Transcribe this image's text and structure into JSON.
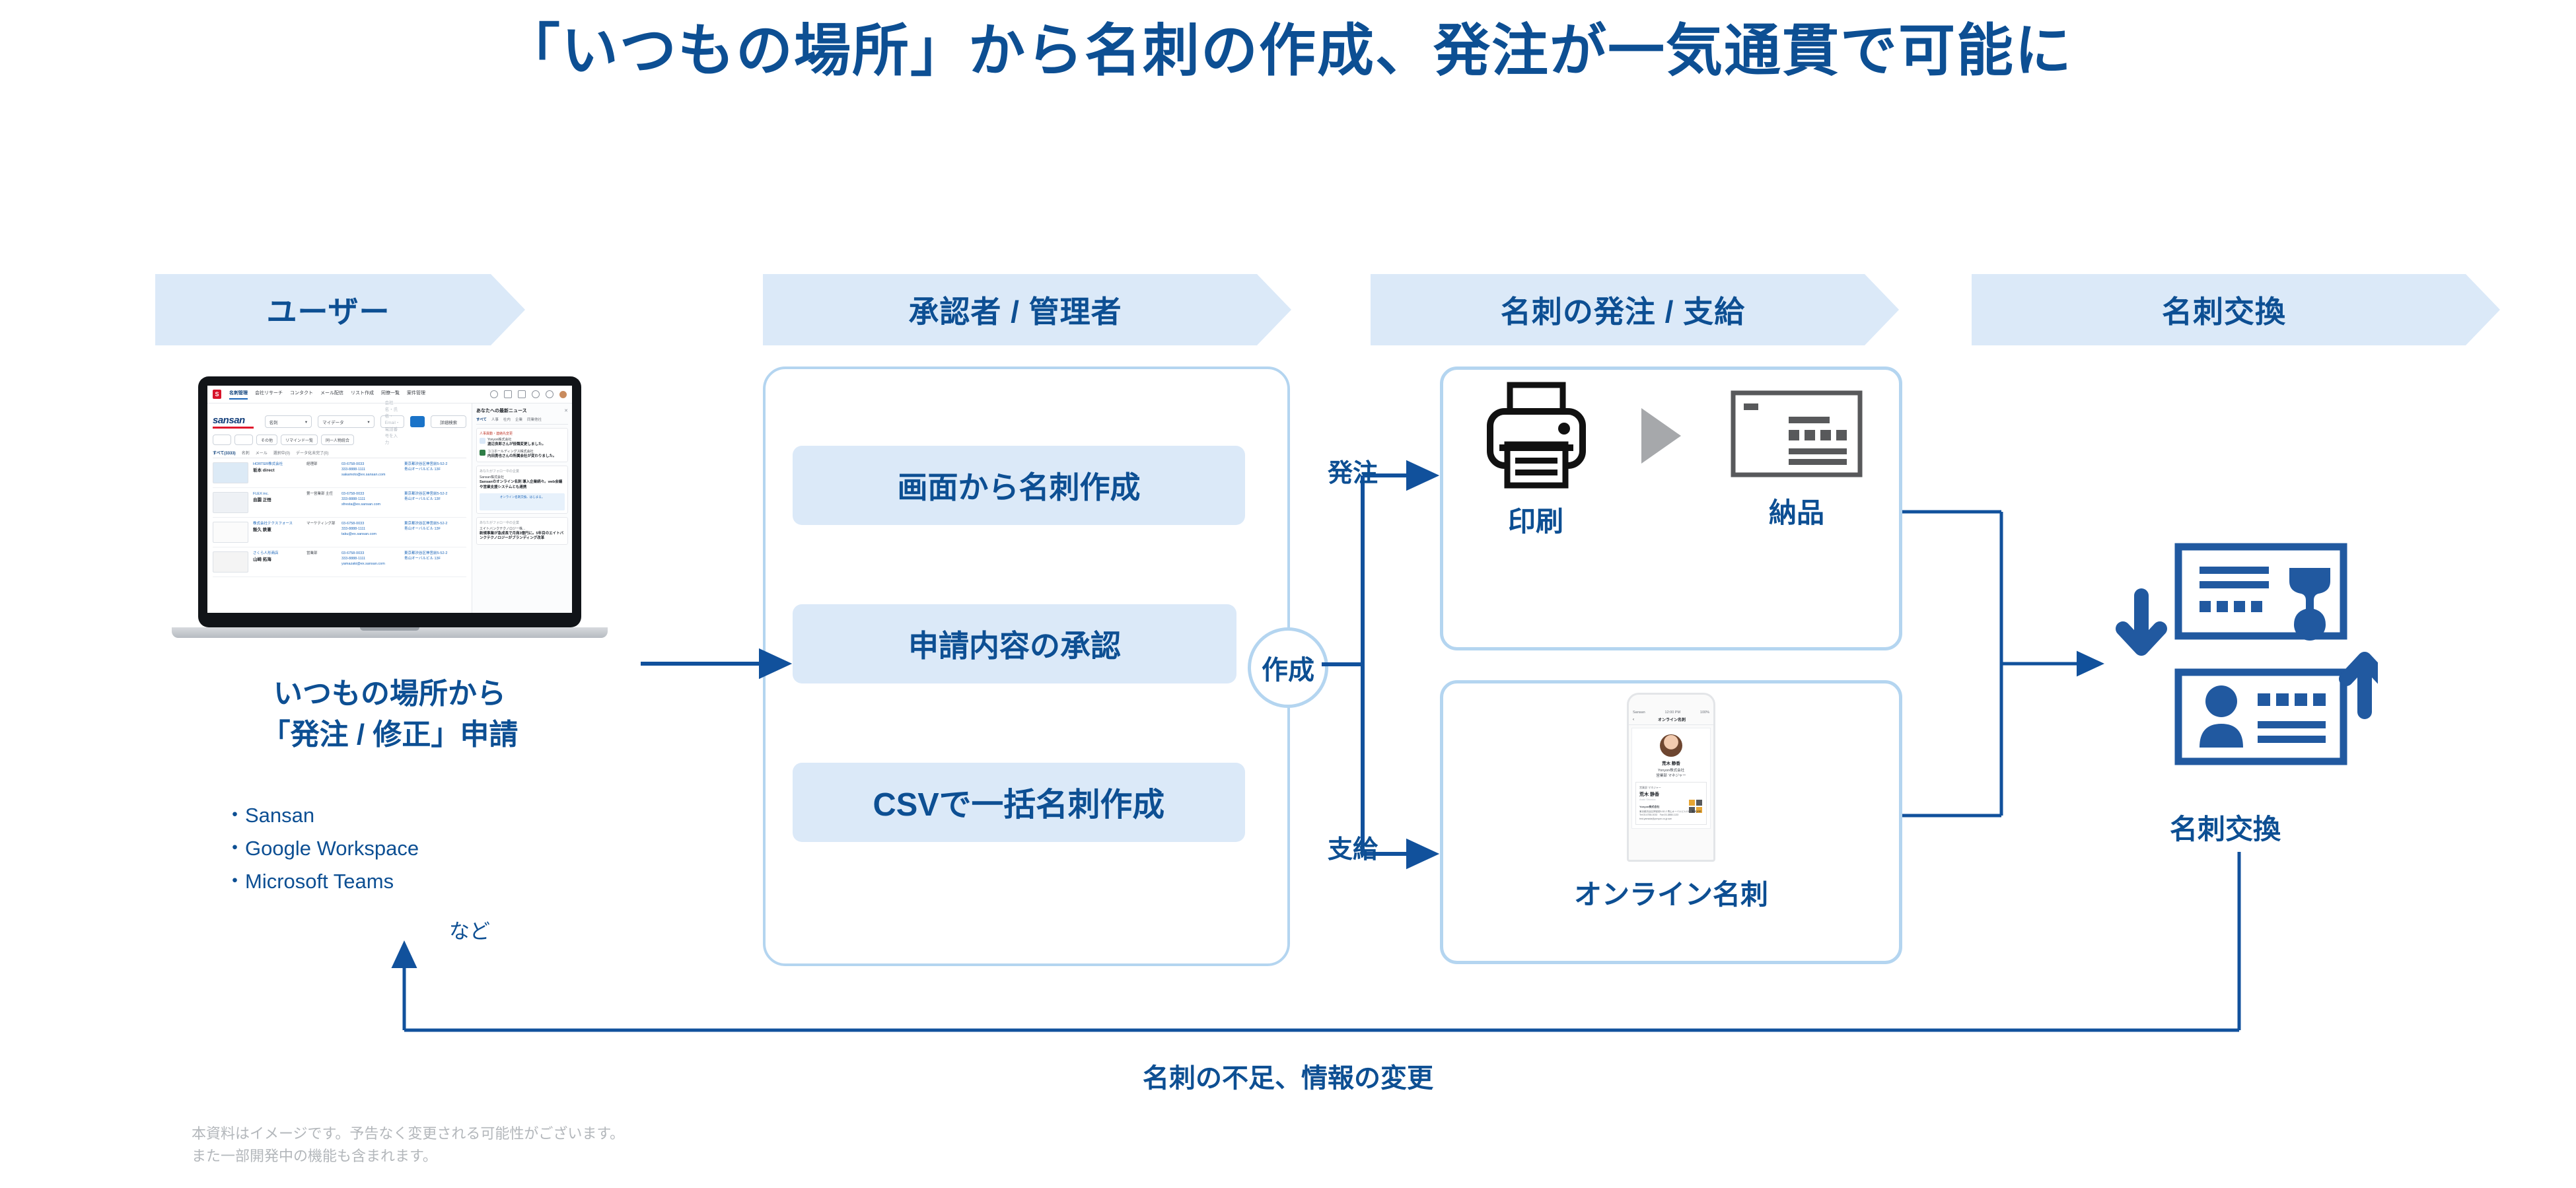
{
  "title": "「いつもの場所」から名刺の作成、発注が一気通貫で可能に",
  "colors": {
    "accent_blue": "#0d4f93",
    "light_blue_fill": "#dbe9f8",
    "border_blue": "#b4d5f0",
    "arrow_blue": "#11519c",
    "icon_blue": "#2159a0",
    "footnote_gray": "#b3b7bb"
  },
  "lanes": [
    {
      "label": "ユーザー"
    },
    {
      "label": "承認者 / 管理者"
    },
    {
      "label": "名刺の発注 / 支給"
    },
    {
      "label": "名刺交換"
    }
  ],
  "user": {
    "caption_line1": "いつもの場所から",
    "caption_line2": "「発注 / 修正」申請",
    "bullets": [
      "・Sansan",
      "・Google Workspace",
      "・Microsoft Teams"
    ],
    "etc": "など"
  },
  "laptop_app": {
    "logo": "S",
    "nav": [
      "名刺管理",
      "会社リサーチ",
      "コンタクト",
      "メール配信",
      "リスト作成",
      "同僚一覧",
      "案件管理"
    ],
    "brand": "sansan",
    "search_scope": "名刺",
    "search_filter": "マイデータ",
    "search_placeholder": "会社名・氏名・Email・電話番号を入力",
    "detail_search": "詳細検索",
    "chips": [
      "その他",
      "リマインド一覧",
      "同一人物統合"
    ],
    "tabs": [
      "すべて(3333)",
      "名刺",
      "メール",
      "選択中(0)",
      "データ化未完了(0)"
    ],
    "rows": [
      {
        "company": "HORTER株式会社",
        "name": "坂本 direct",
        "dept": "経理部",
        "tel": "03-6758-0033",
        "mobile": "333-8888-1111",
        "email": "sakamoto@ex.sansan.com",
        "address1": "東京都渋谷区神宮前5-52-2",
        "address2": "青山オーバルビル 13F"
      },
      {
        "company": "FLEX inc.",
        "name": "自園 正悟",
        "dept": "第一営業部 主任",
        "tel": "03-6758-0033",
        "mobile": "333-8888-1111",
        "email": "sfresta@ex.sansan.com",
        "address1": "東京都渋谷区神宮前5-52-2",
        "address2": "青山オーバルビル 13F"
      },
      {
        "company": "株式会社テクスフォース",
        "name": "飯久 鉄憲",
        "dept": "マーケティング部",
        "tel": "03-6758-0033",
        "mobile": "333-8888-1111",
        "email": "taku@ex.sansan.com",
        "address1": "東京都渋谷区神宮前5-52-2",
        "address2": "青山オーバルビル 13F"
      },
      {
        "company": "さくら人形商店",
        "name": "山崎 拓海",
        "dept": "営業部",
        "tel": "03-6758-0033",
        "mobile": "333-8888-1111",
        "email": "yamazaki@ex.sansan.com",
        "address1": "東京都渋谷区神宮前5-52-2",
        "address2": "青山オーバルビル 13F"
      }
    ],
    "news": {
      "title": "あなたへの最新ニュース",
      "tabs": [
        "すべて",
        "人事",
        "社内",
        "企業",
        "同業他社"
      ],
      "section1_label": "人事異動・連絡先変更",
      "items": [
        {
          "company": "Yonyon株式会社",
          "text": "渡辺良郎さんが役職変更しました。"
        },
        {
          "company": "ココホールディングス株式会社",
          "text": "内田勇也さんの所属会社が変わりました。"
        }
      ],
      "section2_label": "あなたがフォロー中の企業",
      "item2_company": "Sansan株式会社",
      "item2_text": "Sansanのオンライン名刺 導入企業続々。web会議や営業支援システムとも連携",
      "item2_banner": "オンライン名刺交換、はじまる。",
      "section3_label": "あなたがフォロー中の企業",
      "item3_company": "エイトバンクテクノロジー株...",
      "item3_text": "新規事業が急成長で月商3億円に。5年目のエイトバンクテクノロジーがブランディング改革"
    }
  },
  "approver": {
    "items": [
      "画面から名刺作成",
      "申請内容の承認",
      "CSVで一括名刺作成"
    ],
    "badge": "作成"
  },
  "order": {
    "branch_top_label": "発注",
    "branch_bottom_label": "支給",
    "print_label": "印刷",
    "deliver_label": "納品",
    "online_label": "オンライン名刺",
    "phone": {
      "carrier": "Sansan",
      "time": "12:00 PM",
      "battery": "100%",
      "screen_title": "オンライン名刺",
      "person_name": "荒木 静香",
      "person_company": "Yonyon株式会社",
      "person_title": "営業部 マネジャー",
      "card_title": "営業部 マネジャー",
      "card_name": "荒木 静香",
      "card_name_roman": "Araki Shizuka",
      "card_company": "Yonyon株式会社",
      "card_address": "東京都渋谷区神宮前5-52-2 青山オーバルビル13F",
      "card_tel": "Tel:03-6758-0033　Fax:03-3888-1133",
      "card_email": "tmd.yamada@yonyon.co.jp.san",
      "card_logo": "Yonyon"
    }
  },
  "exchange": {
    "label": "名刺交換"
  },
  "loop": {
    "note": "名刺の不足、情報の変更"
  },
  "footnote": {
    "line1": "本資料はイメージです。予告なく変更される可能性がございます。",
    "line2": "また一部開発中の機能も含まれます。"
  }
}
